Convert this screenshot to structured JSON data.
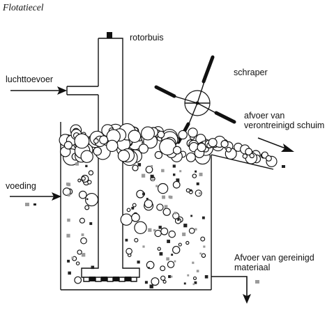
{
  "title": "Flotatiecel",
  "labels": {
    "rotor_tube": "rotorbuis",
    "air_supply": "luchttoevoer",
    "scraper": "schraper",
    "foam_out_1": "afvoer van",
    "foam_out_2": "verontreinigd schuim",
    "feed": "voeding",
    "clean_out_1": "Afvoer van gereinigd",
    "clean_out_2": "materiaal"
  }
}
